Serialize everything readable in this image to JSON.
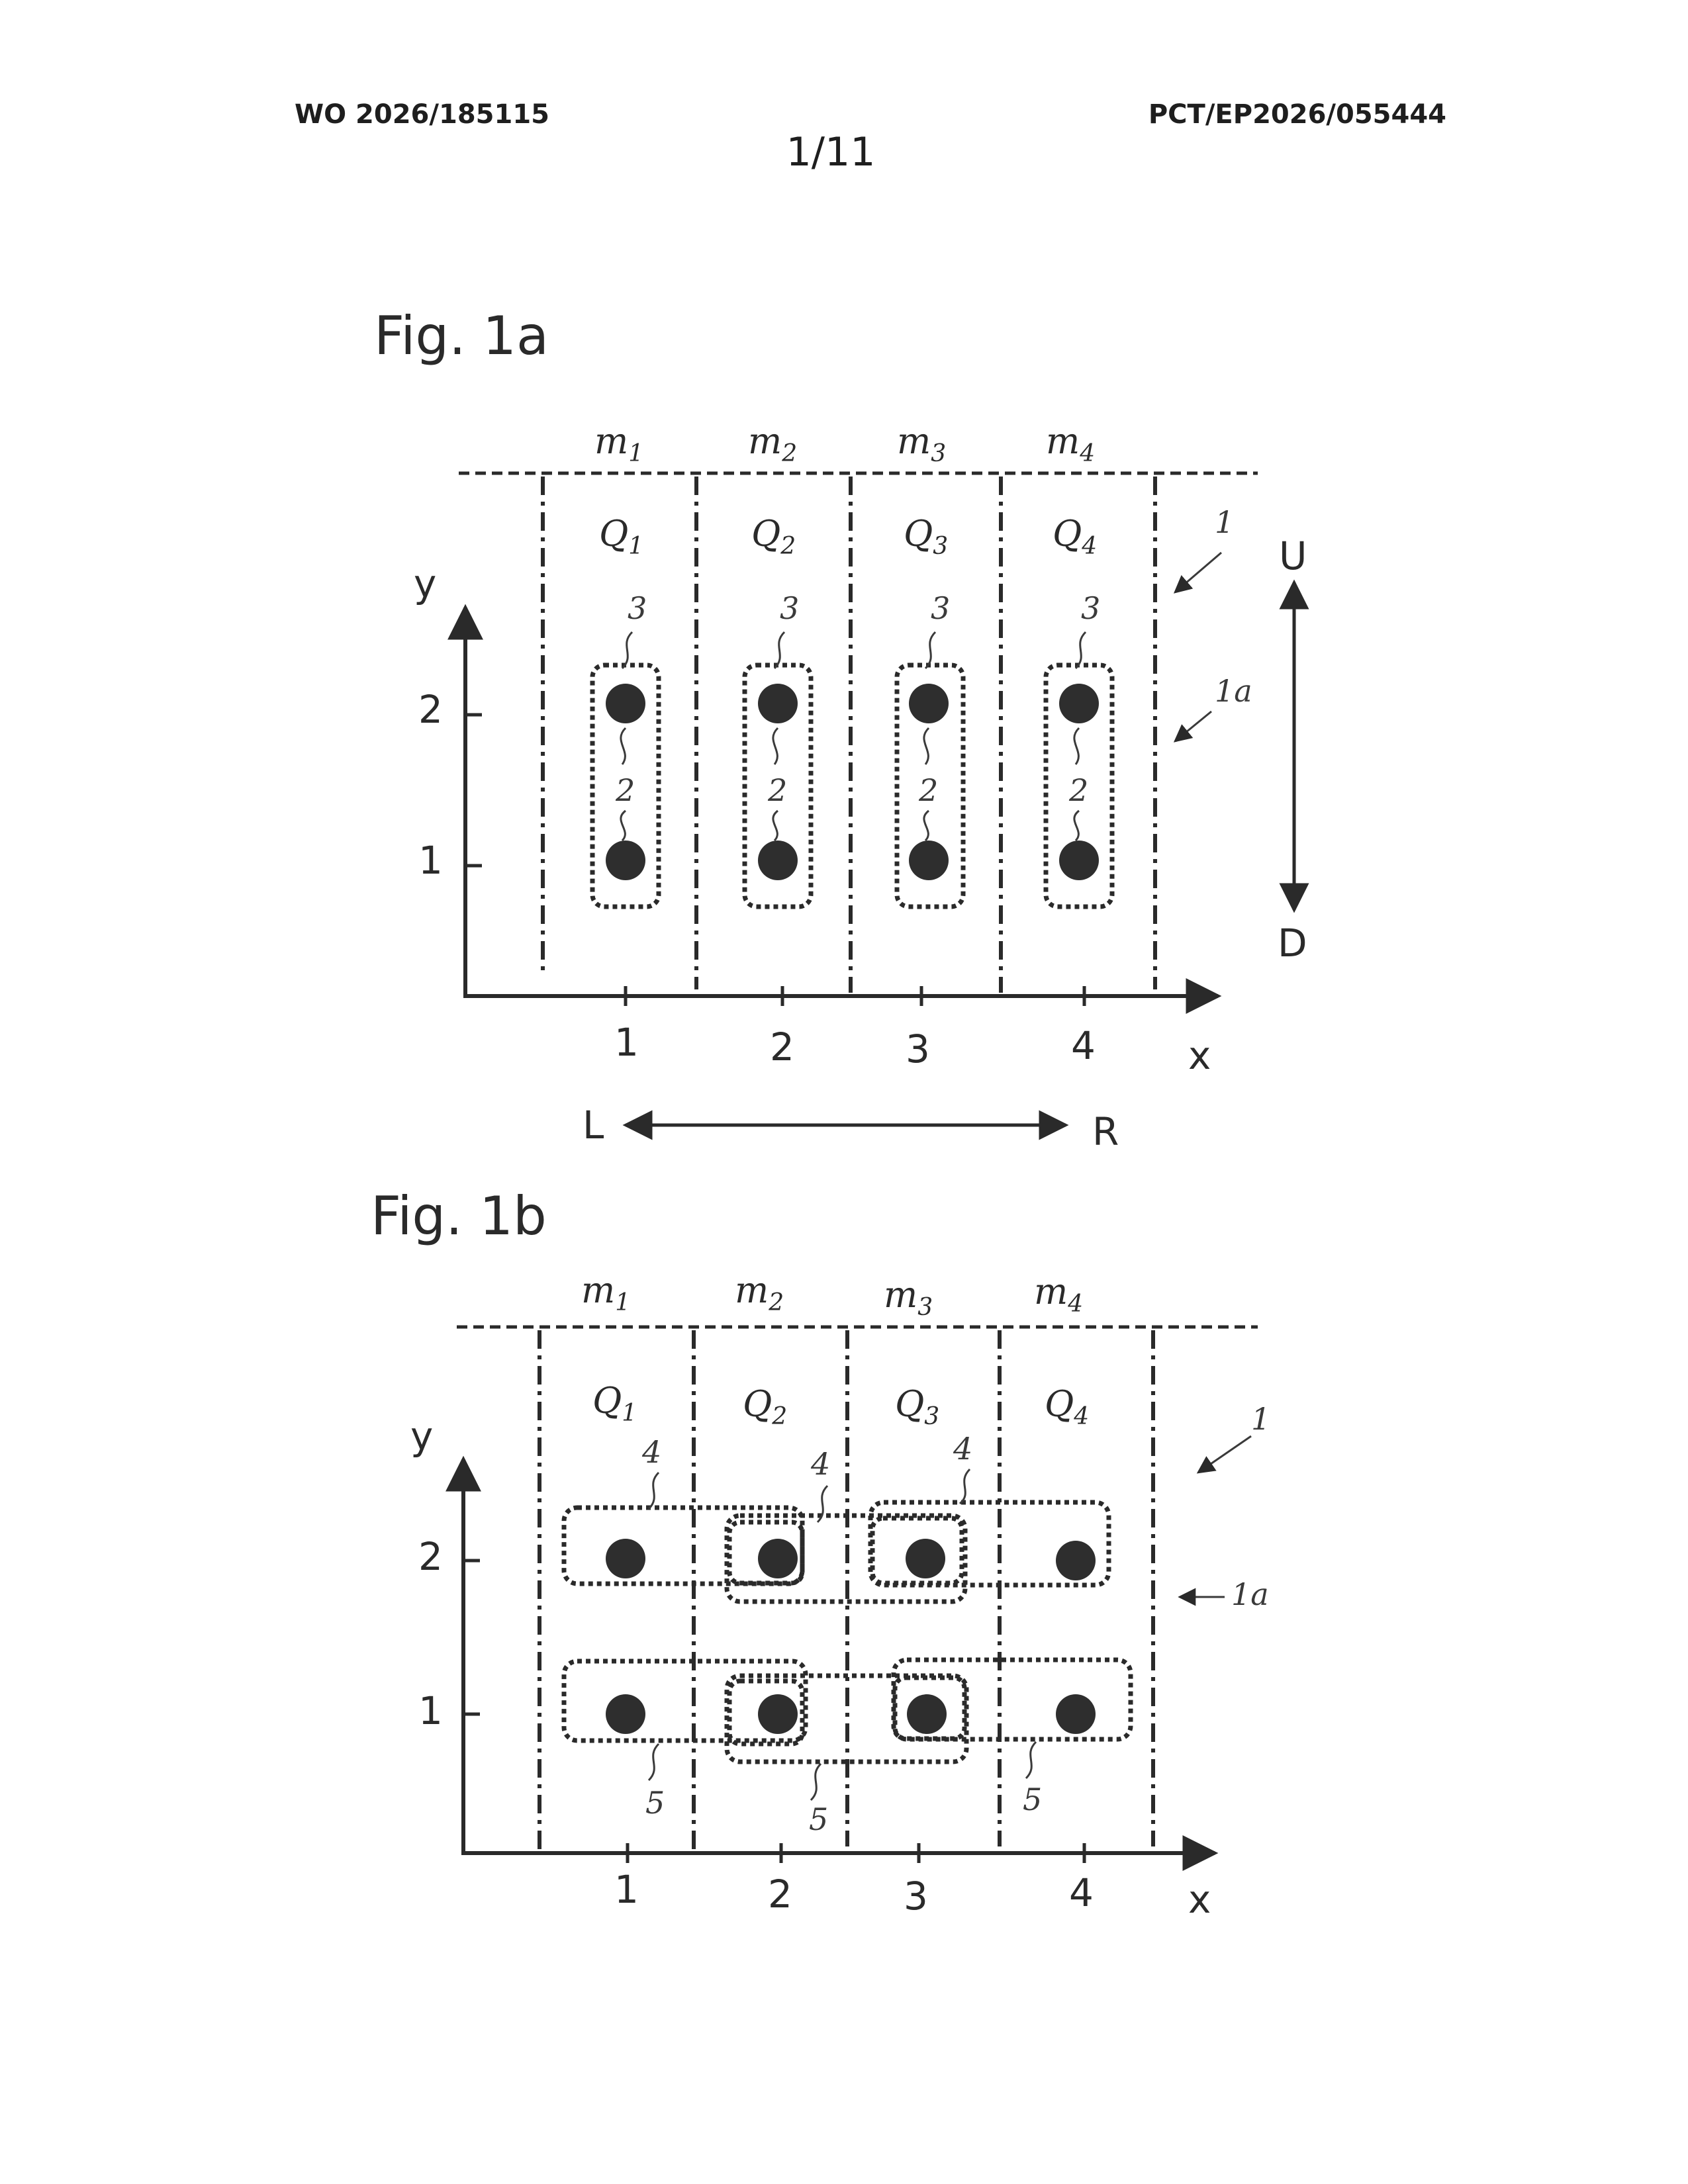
{
  "header": {
    "publication_number": "WO 2026/185115",
    "application_number": "PCT/EP2026/055444",
    "sheet": "1/11"
  },
  "figures": [
    {
      "title": "Fig. 1a",
      "columns": [
        {
          "m": "m",
          "m_sub": "1",
          "q": "Q",
          "q_sub": "1"
        },
        {
          "m": "m",
          "m_sub": "2",
          "q": "Q",
          "q_sub": "2"
        },
        {
          "m": "m",
          "m_sub": "3",
          "q": "Q",
          "q_sub": "3"
        },
        {
          "m": "m",
          "m_sub": "4",
          "q": "Q",
          "q_sub": "4"
        }
      ],
      "axis": {
        "y_label": "y",
        "x_label": "x",
        "x_ticks": [
          "1",
          "2",
          "3",
          "4"
        ],
        "y_ticks": [
          "1",
          "2"
        ]
      },
      "directions": {
        "up": "U",
        "down": "D",
        "left": "L",
        "right": "R"
      },
      "callouts": {
        "element": "1",
        "segment": "1a",
        "group": "3",
        "link": "2"
      }
    },
    {
      "title": "Fig. 1b",
      "columns": [
        {
          "m": "m",
          "m_sub": "1",
          "q": "Q",
          "q_sub": "1"
        },
        {
          "m": "m",
          "m_sub": "2",
          "q": "Q",
          "q_sub": "2"
        },
        {
          "m": "m",
          "m_sub": "3",
          "q": "Q",
          "q_sub": "3"
        },
        {
          "m": "m",
          "m_sub": "4",
          "q": "Q",
          "q_sub": "4"
        }
      ],
      "axis": {
        "y_label": "y",
        "x_label": "x",
        "x_ticks": [
          "1",
          "2",
          "3",
          "4"
        ],
        "y_ticks": [
          "1",
          "2"
        ]
      },
      "callouts": {
        "element": "1",
        "segment": "1a",
        "row_group_upper": "4",
        "row_group_lower": "5"
      }
    }
  ]
}
